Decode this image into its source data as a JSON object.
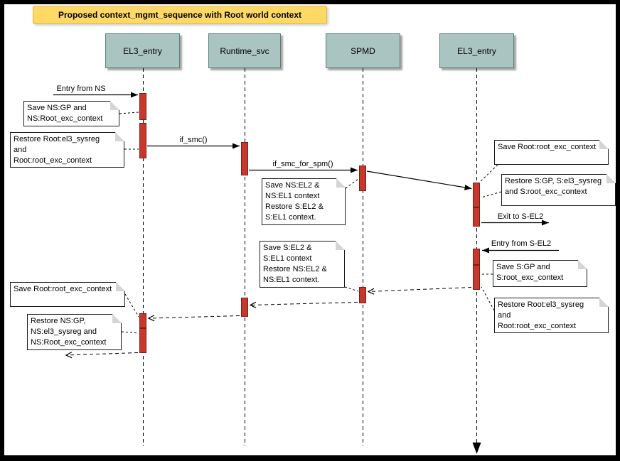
{
  "title": "Proposed context_mgmt_sequence with Root world context",
  "actors": [
    {
      "label": "EL3_entry"
    },
    {
      "label": "Runtime_svc"
    },
    {
      "label": "SPMD"
    },
    {
      "label": "EL3_entry"
    }
  ],
  "messages": {
    "entry_from_ns": "Entry from NS",
    "if_smc": "if_smc()",
    "if_smc_for_spm": "if_smc_for_spm()",
    "exit_to_s_el2": "Exit to S-EL2",
    "entry_from_s_el2": "Entry from S-EL2"
  },
  "notes": [
    {
      "text": "Save NS:GP and\nNS:Root_exc_context"
    },
    {
      "text": "Restore Root:el3_sysreg\nand\nRoot:root_exc_context"
    },
    {
      "text": "Save NS:EL2 &\nNS:EL1 context\nRestore S:EL2 &\nS:EL1 context."
    },
    {
      "text": "Save Root:root_exc_context"
    },
    {
      "text": "Restore S:GP, S:el3_sysreg\nand S:root_exc_context"
    },
    {
      "text": "Save S:GP and\nS:root_exc_context"
    },
    {
      "text": "Restore Root:el3_sysreg\nand\nRoot:root_exc_context"
    },
    {
      "text": "Save S:EL2 &\nS:EL1 context\nRestore NS:EL2 &\nNS:EL1 context."
    },
    {
      "text": "Save Root:root_exc_context"
    },
    {
      "text": "Restore NS:GP,\nNS:el3_sysreg and\nNS:Root_exc_context"
    }
  ],
  "colors": {
    "title_bg": "#FFD966",
    "actor_fill": "#A9C4C1",
    "activation_fill": "#C5382B",
    "activation_border": "#7E1D12",
    "line": "#000000"
  }
}
